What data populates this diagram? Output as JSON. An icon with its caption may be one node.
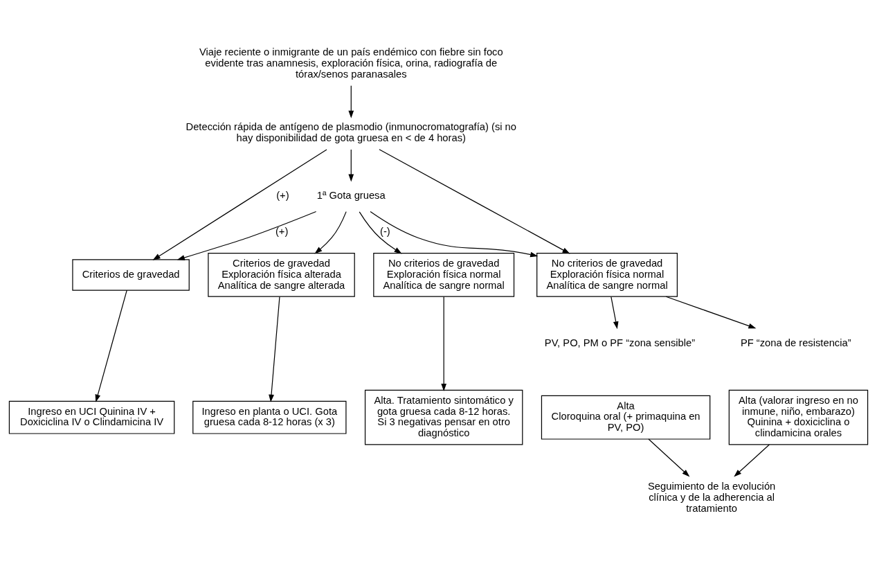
{
  "diagram": {
    "nodes": [
      {
        "text": [
          "Viaje reciente o inmigrante de un país endémico con fiebre sin foco evidente tras anamnesis, exploración física, orina, radiografía de tórax/senos paranasales"
        ]
      },
      {
        "text": [
          "Detección rápida de antígeno de plasmodio (inmunocromatografía) (si no hay disponibilidad de gota gruesa en < de 4 horas)"
        ]
      },
      {
        "text": [
          "1ª Gota gruesa"
        ]
      },
      {
        "text": [
          "Criterios de gravedad"
        ]
      },
      {
        "text": [
          "No criterios de gravedad",
          "Exploración física normal",
          "Analítica de sangre normal"
        ]
      },
      {
        "text": [
          "No criterios de gravedad",
          "Exploración física normal",
          "Analítica de sangre normal"
        ]
      },
      {
        "text": [
          "Criterios de gravedad",
          "Exploración física alterada",
          "Analítica de sangre alterada"
        ]
      },
      {
        "text": [
          "PV, PO, PM o PF “zona sensible”"
        ]
      },
      {
        "text": [
          "PF “zona de resistencia”"
        ]
      },
      {
        "text": [
          "Ingreso en UCI Quinina IV + Doxiciclina IV o Clindamicina IV"
        ]
      },
      {
        "text": [
          "Alta",
          "Cloroquina oral (+ primaquina en PV, PO)"
        ]
      },
      {
        "text": [
          "Alta (valorar ingreso en no inmune, niño, embarazo)",
          "Quinina + doxiciclina o clindamicina orales"
        ]
      },
      {
        "text": [
          "Alta. Tratamiento sintomático y gota gruesa cada 8-12 horas.",
          "Si 3 negativas pensar en otro diagnóstico"
        ]
      },
      {
        "text": [
          "Ingreso en planta o UCI. Gota gruesa cada 8-12 horas (x 3)"
        ]
      },
      {
        "text": [
          "Seguimiento de la evolución clínica y de la adherencia al tratamiento"
        ]
      }
    ],
    "edges": [
      {
        "from": 0,
        "to": 1,
        "arrow": "to"
      },
      {
        "from": 1,
        "to": 3,
        "arrow": "to",
        "label": "(+)"
      },
      {
        "from": 1,
        "to": 4,
        "arrow": "to"
      },
      {
        "from": 1,
        "to": 2,
        "arrow": "to"
      },
      {
        "from": 2,
        "to": 3,
        "arrow": "to",
        "label": "(+)"
      },
      {
        "from": 2,
        "to": 4,
        "arrow": "to"
      },
      {
        "from": 2,
        "to": 5,
        "arrow": "to",
        "label": "(-)"
      },
      {
        "from": 2,
        "to": 6,
        "arrow": "to"
      },
      {
        "from": 4,
        "to": 7,
        "arrow": "to"
      },
      {
        "from": 4,
        "to": 8,
        "arrow": "to"
      },
      {
        "from": 3,
        "to": 9,
        "arrow": "to"
      },
      {
        "from": 5,
        "to": 12,
        "arrow": "to"
      },
      {
        "from": 6,
        "to": 13,
        "arrow": "to"
      },
      {
        "from": 10,
        "to": 14,
        "arrow": "to"
      },
      {
        "from": 11,
        "to": 14,
        "arrow": "to"
      }
    ]
  }
}
